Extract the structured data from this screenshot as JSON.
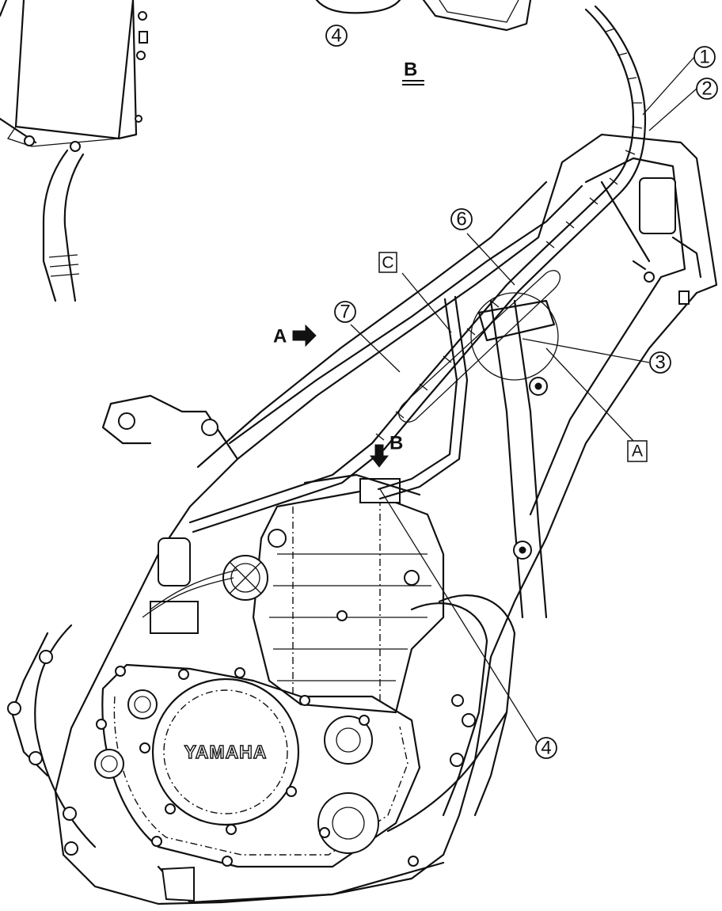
{
  "callouts": [
    {
      "id": "c1",
      "label": "1"
    },
    {
      "id": "c2",
      "label": "2"
    },
    {
      "id": "c3",
      "label": "3"
    },
    {
      "id": "c4a",
      "label": "4"
    },
    {
      "id": "c4b",
      "label": "4"
    },
    {
      "id": "c6",
      "label": "6"
    },
    {
      "id": "c7",
      "label": "7"
    }
  ],
  "boxed_labels": [
    {
      "id": "bC",
      "label": "C"
    },
    {
      "id": "bA",
      "label": "A"
    }
  ],
  "view_labels": {
    "view_b_title": "B",
    "view_a_arrow": "A",
    "view_b_arrow": "B"
  },
  "engine_brand": "YAMAHA"
}
